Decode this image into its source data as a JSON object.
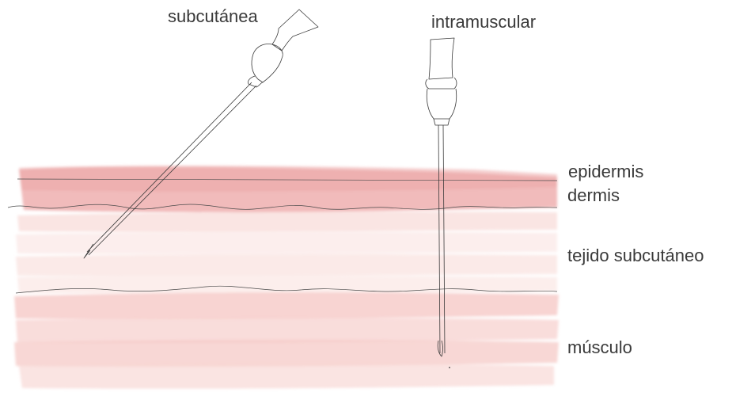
{
  "needles": {
    "subcutaneous": "subcutánea",
    "intramuscular": "intramuscular"
  },
  "layers": {
    "epidermis": "epidermis",
    "dermis": "dermis",
    "subcutaneous": "tejido subcutáneo",
    "muscle": "músculo"
  },
  "colors": {
    "epidermis": "#f0b4b4",
    "dermis": "#f3c2c0",
    "subcutaneous": "#fbe9e7",
    "muscle": "#f6cdca",
    "ink": "#3a3a3a"
  }
}
